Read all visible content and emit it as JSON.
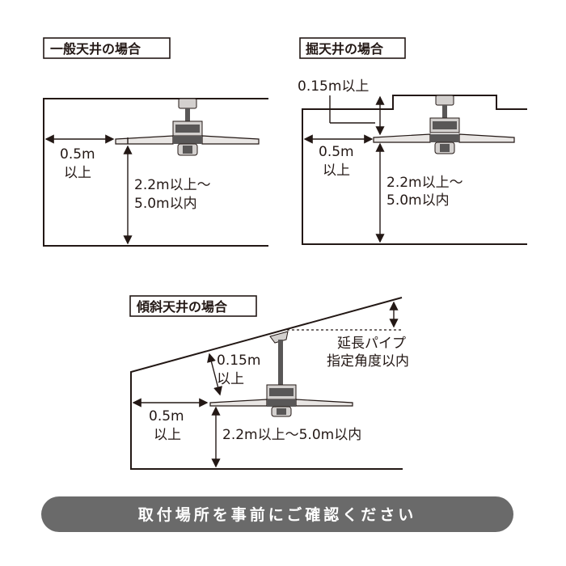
{
  "panels": {
    "flat": {
      "title": "一般天井の場合",
      "side_clearance": "0.5m",
      "side_clearance_suffix": "以上",
      "height_line1": "2.2m以上～",
      "height_line2": "5.0m以内"
    },
    "recessed": {
      "title": "掘天井の場合",
      "recess_depth": "0.15m以上",
      "side_clearance": "0.5m",
      "side_clearance_suffix": "以上",
      "height_line1": "2.2m以上～",
      "height_line2": "5.0m以内"
    },
    "sloped": {
      "title": "傾斜天井の場合",
      "ceiling_gap": "0.15m",
      "ceiling_gap_suffix": "以上",
      "angle_note_line1": "延長パイプ",
      "angle_note_line2": "指定角度以内",
      "side_clearance": "0.5m",
      "side_clearance_suffix": "以上",
      "height": "2.2m以上～5.0m以内"
    }
  },
  "banner": {
    "text": "取付場所を事前にご確認ください"
  },
  "colors": {
    "line": "#231815",
    "blade": "#e9e6e4",
    "motor": "#595757",
    "banner": "#6a6a6a"
  }
}
